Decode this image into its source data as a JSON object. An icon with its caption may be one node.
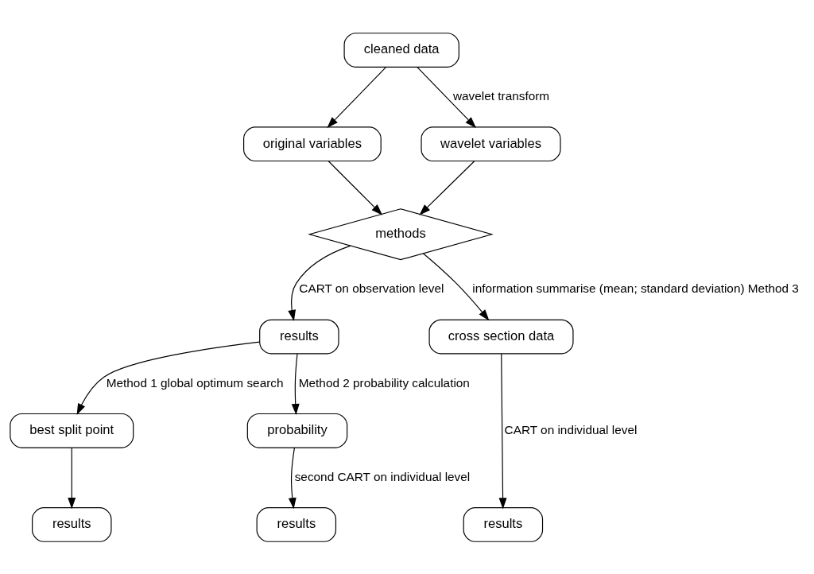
{
  "diagram": {
    "nodes": [
      {
        "text": [
          "cleaned data"
        ]
      },
      {
        "text": [
          "original variables"
        ]
      },
      {
        "text": [
          "wavelet variables"
        ]
      },
      {
        "text": [
          "methods"
        ]
      },
      {
        "text": [
          "results"
        ]
      },
      {
        "text": [
          "cross section data"
        ]
      },
      {
        "text": [
          "best split point"
        ]
      },
      {
        "text": [
          "probability"
        ]
      },
      {
        "text": [
          "results"
        ]
      },
      {
        "text": [
          "results"
        ]
      },
      {
        "text": [
          "results"
        ]
      }
    ],
    "edges": [
      {
        "from": 0,
        "to": 1,
        "arrow": "to"
      },
      {
        "from": 0,
        "to": 2,
        "arrow": "to",
        "label": "wavelet transform"
      },
      {
        "from": 1,
        "to": 3,
        "arrow": "to"
      },
      {
        "from": 2,
        "to": 3,
        "arrow": "to"
      },
      {
        "from": 3,
        "to": 4,
        "arrow": "to",
        "label": "CART on observation level"
      },
      {
        "from": 3,
        "to": 5,
        "arrow": "to",
        "label": "information summarise (mean; standard deviation) Method 3"
      },
      {
        "from": 4,
        "to": 6,
        "arrow": "to",
        "label": "Method 1 global optimum search"
      },
      {
        "from": 4,
        "to": 7,
        "arrow": "to",
        "label": "Method 2 probability calculation"
      },
      {
        "from": 6,
        "to": 8,
        "arrow": "to"
      },
      {
        "from": 7,
        "to": 9,
        "arrow": "to",
        "label": "second CART on individual level"
      },
      {
        "from": 5,
        "to": 10,
        "arrow": "to",
        "label": "CART on individual level"
      }
    ]
  }
}
